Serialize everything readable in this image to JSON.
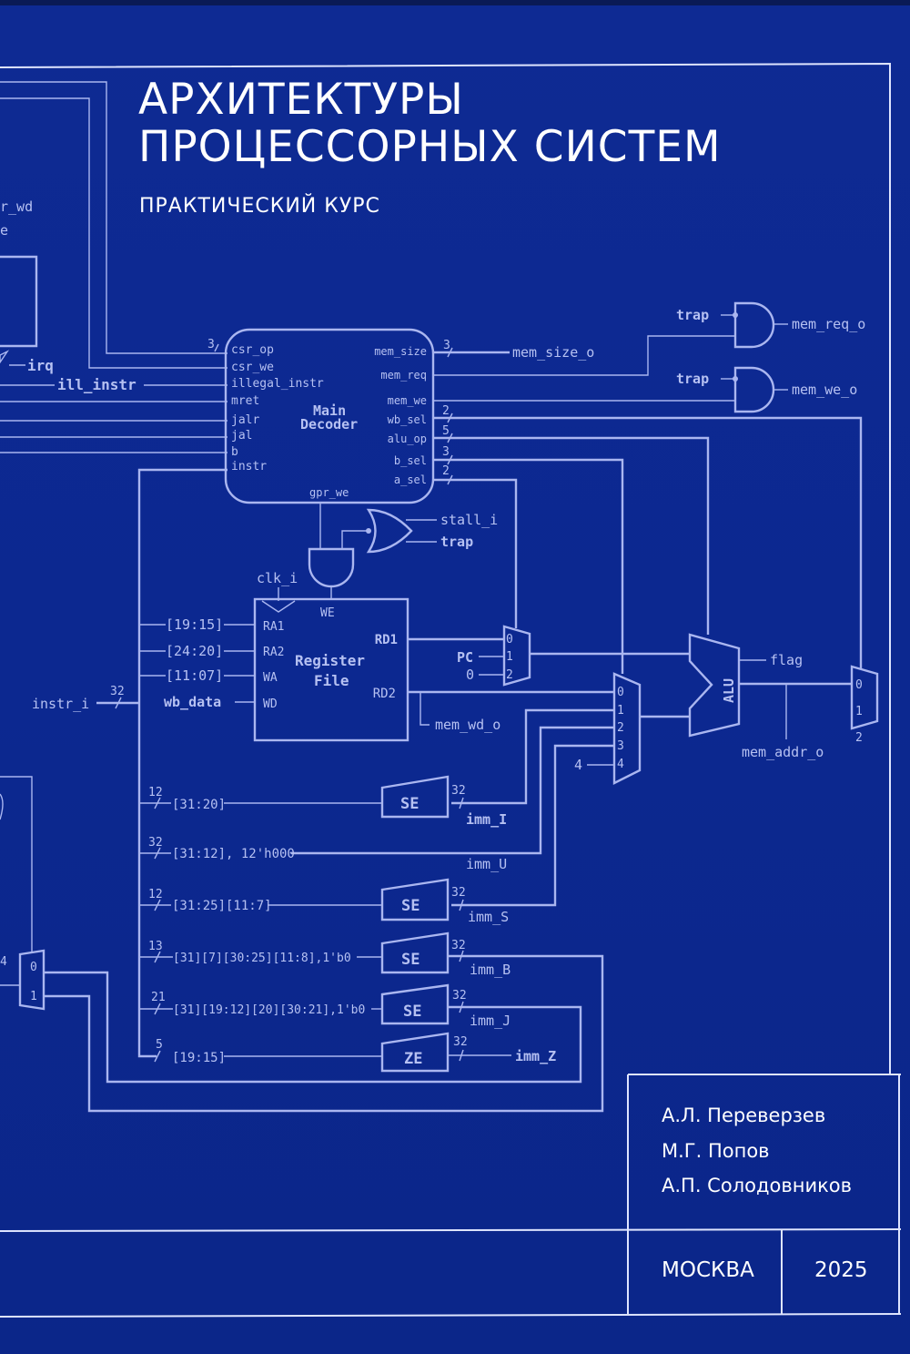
{
  "cover": {
    "title_line1": "АРХИТЕКТУРЫ",
    "title_line2": "ПРОЦЕССОРНЫХ СИСТЕМ",
    "subtitle": "ПРАКТИЧЕСКИЙ КУРС",
    "authors": [
      "А.Л. Переверзев",
      "М.Г. Попов",
      "А.П. Солодовников"
    ],
    "city": "МОСКВА",
    "year": "2025",
    "colors": {
      "background": "#0c2891",
      "lines": "#aab6f0",
      "text": "#ffffff"
    }
  },
  "diagram": {
    "left_edge_labels": {
      "csr_wd_fragment": "r_wd",
      "we_fragment": "e",
      "irq": "irq",
      "ill_instr": "ill_instr",
      "mux_in_fragment": "4"
    },
    "main_decoder": {
      "title_line1": "Main",
      "title_line2": "Decoder",
      "inputs": [
        "csr_op",
        "csr_we",
        "illegal_instr",
        "mret",
        "jalr",
        "jal",
        "b",
        "instr"
      ],
      "outputs": [
        "mem_size",
        "mem_req",
        "mem_we",
        "wb_sel",
        "alu_op",
        "b_sel",
        "a_sel"
      ],
      "bottom": "gpr_we",
      "bus_widths": {
        "csr_op": "3",
        "mem_size": "3",
        "wb_sel": "2",
        "alu_op": "5",
        "b_sel": "3",
        "a_sel": "2"
      }
    },
    "outputs": {
      "mem_size_o": "mem_size_o",
      "mem_req_o": "mem_req_o",
      "mem_we_o": "mem_we_o",
      "mem_wd_o": "mem_wd_o",
      "mem_addr_o": "mem_addr_o",
      "flag": "flag"
    },
    "gates": {
      "trap_top": "trap",
      "trap_mid": "trap",
      "stall_i": "stall_i",
      "trap_or": "trap"
    },
    "register_file": {
      "title_line1": "Register",
      "title_line2": "File",
      "clk": "clk_i",
      "we": "WE",
      "ports_left": [
        "RA1",
        "RA2",
        "WA",
        "WD"
      ],
      "ports_right": [
        "RD1",
        "RD2"
      ]
    },
    "instr_fields": [
      "[19:15]",
      "[24:20]",
      "[11:07]"
    ],
    "wb_data": "wb_data",
    "instr_i": "instr_i",
    "instr_width": "32",
    "mux_a": {
      "inputs": [
        "0",
        "1",
        "2"
      ],
      "pc": "PC",
      "zero": "0"
    },
    "mux_b": {
      "inputs": [
        "0",
        "1",
        "2",
        "3",
        "4"
      ],
      "const4": "4"
    },
    "mux_wb": {
      "inputs": [
        "0",
        "1",
        "2"
      ]
    },
    "mux_left": {
      "inputs": [
        "0",
        "1"
      ]
    },
    "alu": "ALU",
    "immediates": [
      {
        "width_in": "12",
        "field": "[31:20]",
        "ext": "SE",
        "width_out": "32",
        "name": "imm_I"
      },
      {
        "width_in": "32",
        "field": "[31:12], 12'h000",
        "ext": "",
        "width_out": "",
        "name": "imm_U"
      },
      {
        "width_in": "12",
        "field": "[31:25][11:7]",
        "ext": "SE",
        "width_out": "32",
        "name": "imm_S"
      },
      {
        "width_in": "13",
        "field": "[31][7][30:25][11:8],1'b0",
        "ext": "SE",
        "width_out": "32",
        "name": "imm_B"
      },
      {
        "width_in": "21",
        "field": "[31][19:12][20][30:21],1'b0",
        "ext": "SE",
        "width_out": "32",
        "name": "imm_J"
      },
      {
        "width_in": "5",
        "field": "[19:15]",
        "ext": "ZE",
        "width_out": "32",
        "name": "imm_Z"
      }
    ]
  }
}
